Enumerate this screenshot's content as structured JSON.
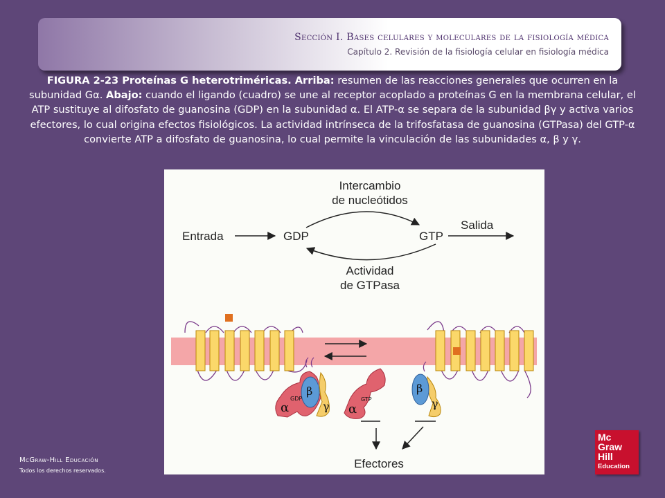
{
  "header": {
    "section": "Sección I. Bases celulares y moleculares de la fisiología médica",
    "chapter": "Capítulo 2. Revisión de la fisiología celular en fisiología médica"
  },
  "caption": {
    "figure_label": "FIGURA 2-23 Proteínas G heterotriméricas. Arriba:",
    "text_1": " resumen de las reacciones generales que ocurren en la subunidad Gα. ",
    "bold_2": "Abajo:",
    "text_2": " cuando el ligando (cuadro) se une al receptor acoplado a proteínas G en la membrana celular, el ATP sustituye al difosfato de guanosina (GDP) en la subunidad α. El ATP-α se separa de la subunidad βγ y activa varios efectores, lo cual origina efectos fisiológicos. La actividad intrínseca de la trifosfatasa de guanosina (GTPasa) del GTP-α convierte ATP a difosfato de guanosina, lo cual permite la vinculación de las subunidades α, β y γ."
  },
  "diagram": {
    "exchange_label_1": "Intercambio",
    "exchange_label_2": "de nucleótidos",
    "input_label": "Entrada",
    "gdp_label": "GDP",
    "gtp_label": "GTP",
    "output_label": "Salida",
    "gtpase_label_1": "Actividad",
    "gtpase_label_2": "de GTPasa",
    "alpha": "α",
    "beta": "β",
    "gamma": "γ",
    "small_gdp": "GDP",
    "small_gtp": "GTP",
    "effectors_label": "Efectores",
    "colors": {
      "membrane": "#f4a6a8",
      "helix": "#fbd86a",
      "ligand": "#e07020",
      "alpha": "#e0626e",
      "beta": "#5c9ad6",
      "gamma": "#f5cd6a",
      "loop": "#7a3a8a"
    }
  },
  "footer": {
    "publisher": "McGraw-Hill Educación",
    "rights": "Todos los derechos reservados."
  },
  "logo": {
    "line1": "Mc",
    "line2": "Graw",
    "line3": "Hill",
    "line4": "Education"
  }
}
